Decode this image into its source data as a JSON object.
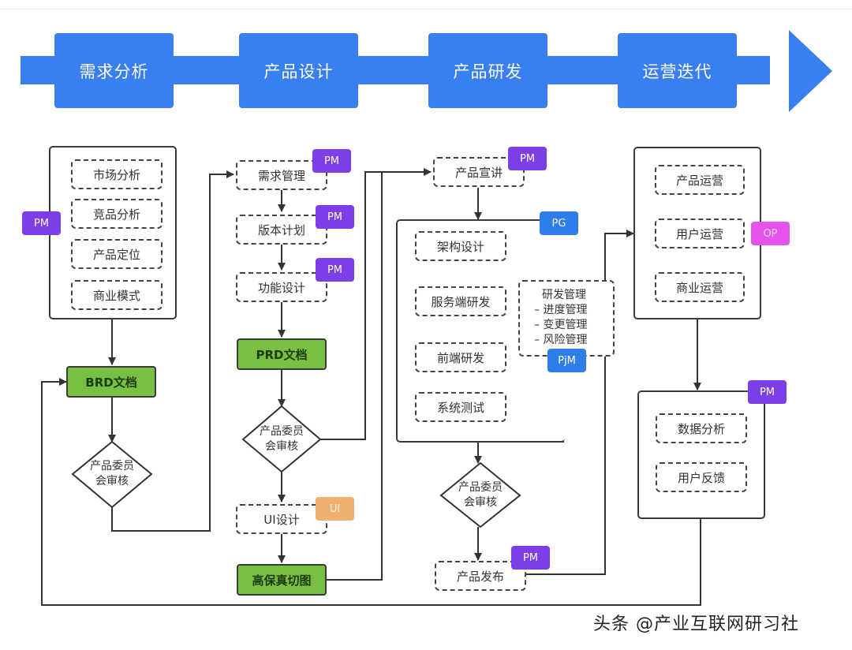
{
  "stages": [
    "需求分析",
    "产品设计",
    "产品研发",
    "运营迭代"
  ],
  "colors": {
    "stage_blue": "#3a7ff0",
    "pm_purple": "#7d3ee8",
    "pg_blue": "#2f7de8",
    "op_magenta": "#e454ec",
    "ui_orange": "#f0b070",
    "doc_green": "#77c043"
  },
  "requirements": {
    "role_tag": "PM",
    "items": [
      "市场分析",
      "竞品分析",
      "产品定位",
      "商业模式"
    ],
    "document": "BRD文档",
    "review": [
      "产品委员",
      "会审核"
    ]
  },
  "design": {
    "steps": [
      {
        "label": "需求管理",
        "tag": "PM"
      },
      {
        "label": "版本计划",
        "tag": "PM"
      },
      {
        "label": "功能设计",
        "tag": "PM"
      }
    ],
    "document": "PRD文档",
    "review": [
      "产品委员",
      "会审核"
    ],
    "ui_step": {
      "label": "UI设计",
      "tag": "UI"
    },
    "output": "高保真切图"
  },
  "development": {
    "briefing": {
      "label": "产品宣讲",
      "tag": "PM"
    },
    "dev_tag": "PG",
    "items": [
      "架构设计",
      "服务端研发",
      "前端研发",
      "系统测试"
    ],
    "management": {
      "title": "研发管理",
      "items": [
        "– 进度管理",
        "– 变更管理",
        "– 风险管理"
      ],
      "tag": "PjM"
    },
    "review": [
      "产品委员",
      "会审核"
    ],
    "release": {
      "label": "产品发布",
      "tag": "PM"
    }
  },
  "operations": {
    "tag": "OP",
    "items": [
      "产品运营",
      "用户运营",
      "商业运营"
    ],
    "analysis_tag": "PM",
    "analysis_items": [
      "数据分析",
      "用户反馈"
    ]
  },
  "watermark": "头条 @产业互联网研习社"
}
